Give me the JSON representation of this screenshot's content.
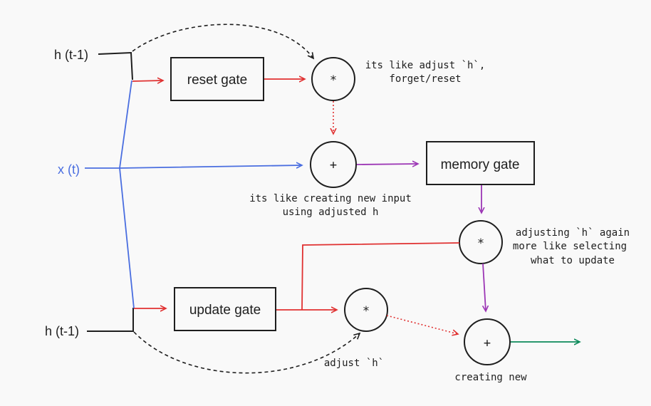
{
  "inputs": {
    "h_prev_top": "h (t-1)",
    "x_t": "x (t)",
    "h_prev_bottom": "h (t-1)"
  },
  "gates": {
    "reset": "reset gate",
    "memory": "memory gate",
    "update": "update gate"
  },
  "ops": {
    "multiply": "*",
    "add": "+"
  },
  "notes": {
    "reset_line1": "its like adjust `h`,",
    "reset_line2": "forget/reset",
    "input_line1": "its like creating new input",
    "input_line2": "using adjusted h",
    "select_line1": "adjusting `h` again",
    "select_line2": "more like selecting",
    "select_line3": "what to update",
    "adjust": "adjust `h`",
    "creating_new": "creating new"
  },
  "colors": {
    "stroke": "#1e1e1e",
    "blue": "#4a6ee0",
    "red": "#e03131",
    "purple": "#9c36b5",
    "green": "#0c8a5a"
  }
}
